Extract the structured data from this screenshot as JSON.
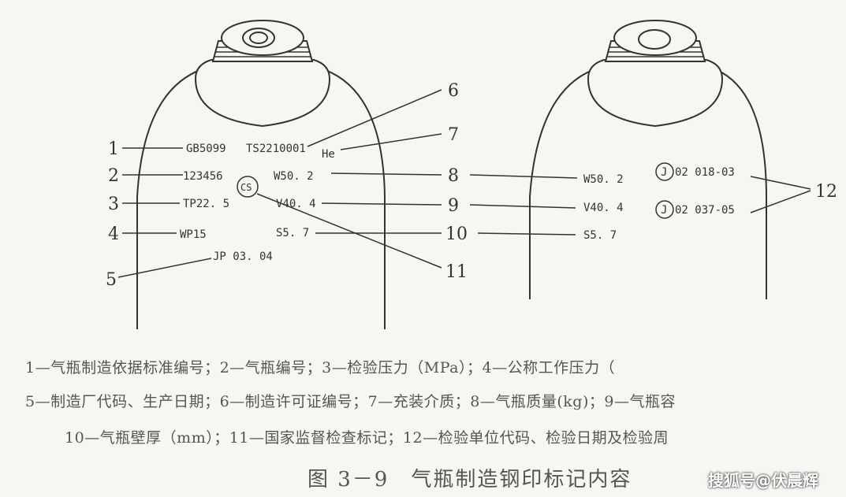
{
  "left_cylinder": {
    "standard_no": "GB5099",
    "permit_no": "TS2210001",
    "medium": "He",
    "serial_no": "123456",
    "mass": "W50. 2",
    "test_pressure": "TP22. 5",
    "cs_mark": "CS",
    "volume": "V40. 4",
    "work_pressure": "WP15",
    "wall_thickness": "S5. 7",
    "maker_date": "JP 03. 04"
  },
  "right_cylinder": {
    "mass": "W50. 2",
    "volume": "V40. 4",
    "wall_thickness": "S5. 7",
    "insp1_seal": "J",
    "insp1_text": "02 018-03",
    "insp2_seal": "J",
    "insp2_text": "02 037-05"
  },
  "callouts": [
    "1",
    "2",
    "3",
    "4",
    "5",
    "6",
    "7",
    "8",
    "9",
    "10",
    "11",
    "12"
  ],
  "caption_lines": [
    "1—气瓶制造依据标准编号；2—气瓶编号；3—检验压力（MPa）；4—公称工作压力（",
    "5—制造厂代码、生产日期；6—制造许可证编号；7—充装介质；8—气瓶质量(kg)；9—气瓶容",
    "10—气瓶壁厚（mm）；11—国家监督检查标记；12—检验单位代码、检验日期及检验周"
  ],
  "figure_title": "图 3－9　气瓶制造钢印标记内容",
  "watermark": "搜狐号@伏晨辉"
}
